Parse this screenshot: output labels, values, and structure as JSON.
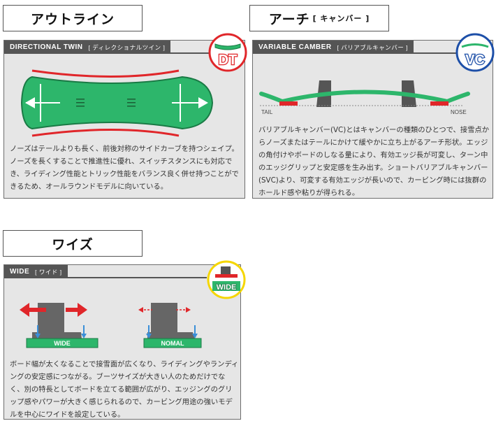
{
  "outline": {
    "heading": "アウトライン",
    "tab_label": "DIRECTIONAL TWIN",
    "tab_sub": "[ ディレクショナルツイン ]",
    "badge_text": "DT",
    "description": "ノーズはテールよりも長く、前後対称のサイドカーブを持つシェイプ。ノーズを長くすることで推進性に優れ、スイッチスタンスにも対応でき、ライディング性能とトリック性能をバランス良く併せ持つことができるため、オールラウンドモデルに向いている。"
  },
  "arch": {
    "heading": "アーチ",
    "heading_sub": "[ キャンバー ]",
    "tab_label": "VARIABLE CAMBER",
    "tab_sub": "[ バリアブルキャンバー ]",
    "badge_text": "VC",
    "tail_label": "TAIL",
    "nose_label": "NOSE",
    "description": "バリアブルキャンバー(VC)とはキャンバーの種類のひとつで、接雪点からノーズまたはテールにかけて緩やかに立ち上がるアーチ形状。エッジの角付けやボードのしなる量により、有効エッジ長が可変し、ターン中のエッジグリップと安定感を生み出す。ショートバリアブルキャンバー(SVC)より、可変する有効エッジが長いので、カービング時には抜群のホールド感や粘りが得られる。"
  },
  "width": {
    "heading": "ワイズ",
    "tab_label": "WIDE",
    "tab_sub": "[ ワイド ]",
    "badge_text": "WIDE",
    "wide_label": "WIDE",
    "nomal_label": "NOMAL",
    "description": "ボード幅が太くなることで接雪面が広くなり、ライディングやランディングの安定感につながる。ブーツサイズが大きい人のためだけでなく、別の特長としてボードを立てる範囲が広がり、エッジングのグリップ感やパワーが大きく感じられるので、カービング用途の強いモデルを中心にワイドを設定している。"
  },
  "colors": {
    "board_green": "#2db66b",
    "sidecut_red": "#e0262a",
    "panel_gray": "#e6e6e6",
    "tab_gray": "#555555",
    "boot_gray": "#666666",
    "arrow_blue": "#3a8fd8",
    "badge_yellow": "#f5d600",
    "badge_blue": "#1d4fa8"
  }
}
